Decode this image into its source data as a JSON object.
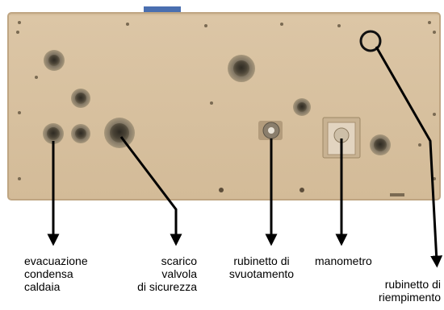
{
  "labels": {
    "evacuazione": "evacuazione\ncondensa\ncaldaia",
    "scarico": "scarico\nvalvola\ndi sicurezza",
    "rubinetto_svuotamento": "rubinetto di\nsvuotamento",
    "manometro": "manometro",
    "rubinetto_riempimento": "rubinetto di\nriempimento"
  },
  "colors": {
    "panel": "#d9c3a2",
    "panel_edge": "#bfa582",
    "pipe_dark": "#3f3a30",
    "arrow": "#000000"
  }
}
